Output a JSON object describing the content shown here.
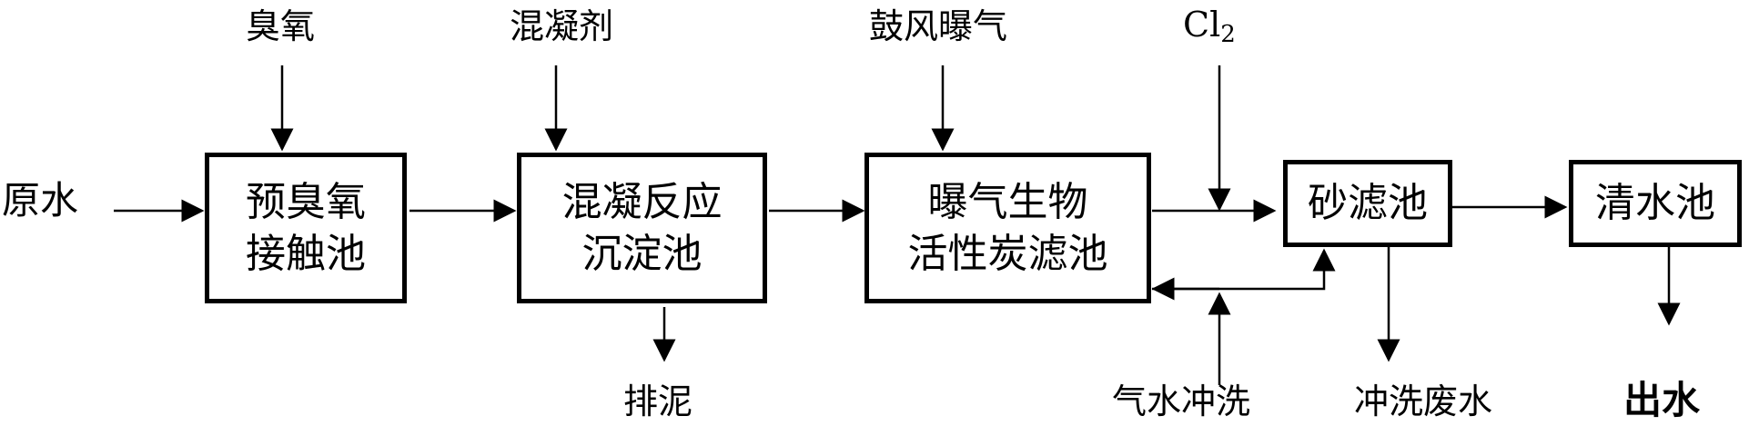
{
  "inputs": {
    "raw_water": "原水",
    "ozone": "臭氧",
    "coagulant": "混凝剂",
    "aeration": "鼓风曝气",
    "chlorine_symbol": "Cl",
    "chlorine_subscript": "2"
  },
  "boxes": {
    "pre_ozone": {
      "line1": "预臭氧",
      "line2": "接触池"
    },
    "coagulation": {
      "line1": "混凝反应",
      "line2": "沉淀池"
    },
    "bac_filter": {
      "line1": "曝气生物",
      "line2": "活性炭滤池"
    },
    "sand_filter": {
      "line1": "砂滤池"
    },
    "clear_water": {
      "line1": "清水池"
    }
  },
  "outputs": {
    "sludge": "排泥",
    "air_water_wash": "气水冲洗",
    "wash_wastewater": "冲洗废水",
    "effluent": "出水"
  }
}
